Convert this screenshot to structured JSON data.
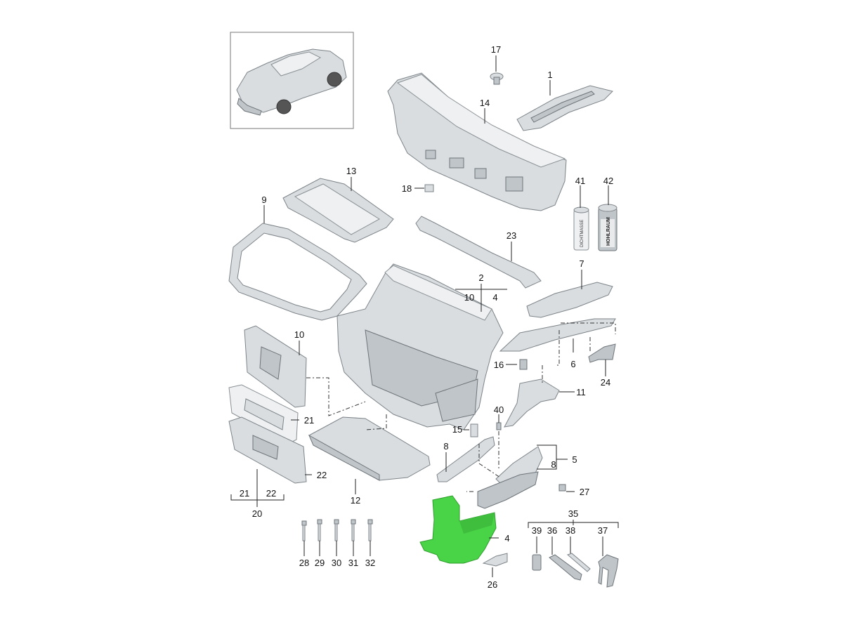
{
  "labels": {
    "p1": "1",
    "p2": "2",
    "p4a": "4",
    "p4b": "4",
    "p5": "5",
    "p6": "6",
    "p7": "7",
    "p8a": "8",
    "p8b": "8",
    "p9": "9",
    "p10a": "10",
    "p10b": "10",
    "p11": "11",
    "p12": "12",
    "p13": "13",
    "p14": "14",
    "p15": "15",
    "p16": "16",
    "p17": "17",
    "p18": "18",
    "p20": "20",
    "p21a": "21",
    "p21b": "21",
    "p22a": "22",
    "p22b": "22",
    "p23": "23",
    "p24": "24",
    "p26": "26",
    "p27": "27",
    "p28": "28",
    "p29": "29",
    "p30": "30",
    "p31": "31",
    "p32": "32",
    "p35": "35",
    "p36": "36",
    "p37": "37",
    "p38": "38",
    "p39": "39",
    "p40": "40",
    "p41": "41",
    "p42": "42"
  },
  "can_texts": {
    "dichtmasse": "DICHTMASSE",
    "hohlraum": "HOHLRAUM"
  },
  "colors": {
    "highlight": "#49d347",
    "part": "#d9dde0"
  }
}
